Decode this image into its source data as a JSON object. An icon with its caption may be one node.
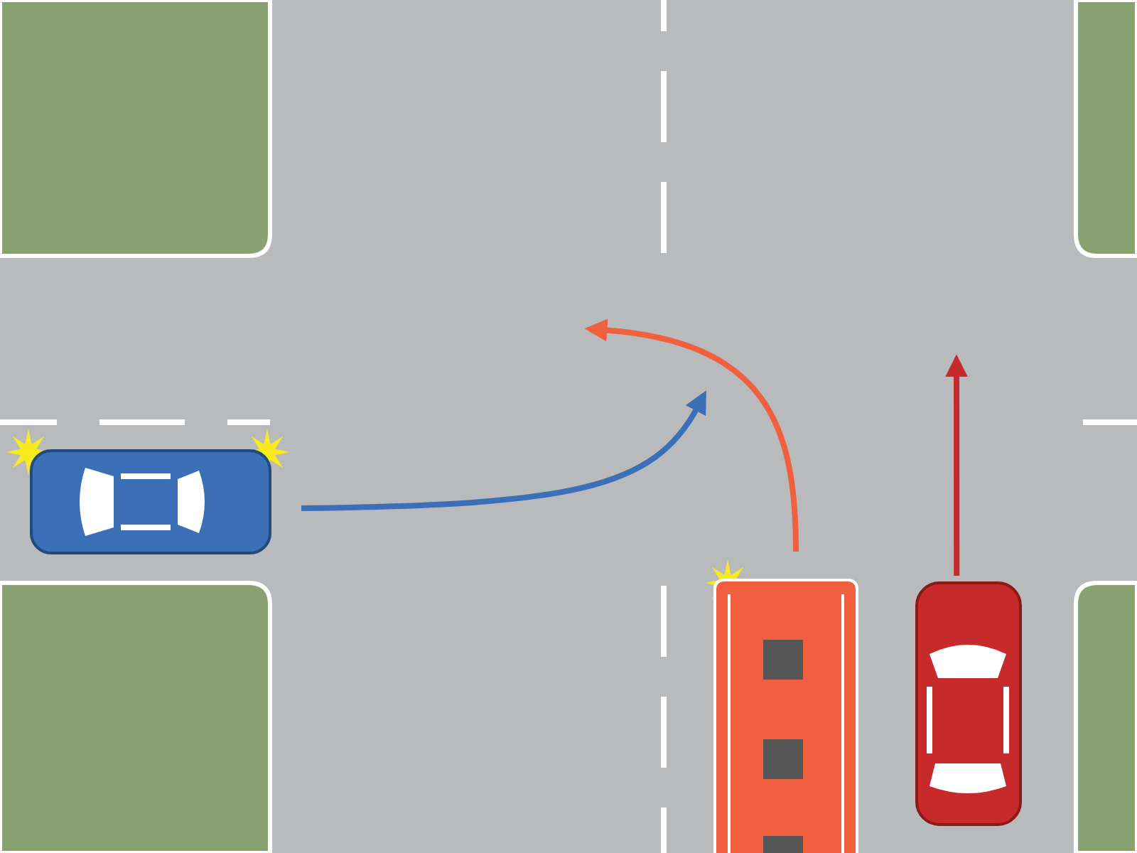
{
  "diagram": {
    "nodes": [
      {
        "text": [],
        "shape": "picture"
      },
      {
        "text": [],
        "shape": "picture"
      },
      {
        "text": [],
        "shape": "picture"
      }
    ],
    "edges": [
      {
        "from": 0,
        "to": null,
        "arrow": "to",
        "color": "#3b6fb6"
      },
      {
        "from": 1,
        "to": null,
        "arrow": "to",
        "color": "#f0603f"
      },
      {
        "from": 2,
        "to": null,
        "arrow": "to",
        "color": "#c62a2a"
      }
    ]
  }
}
